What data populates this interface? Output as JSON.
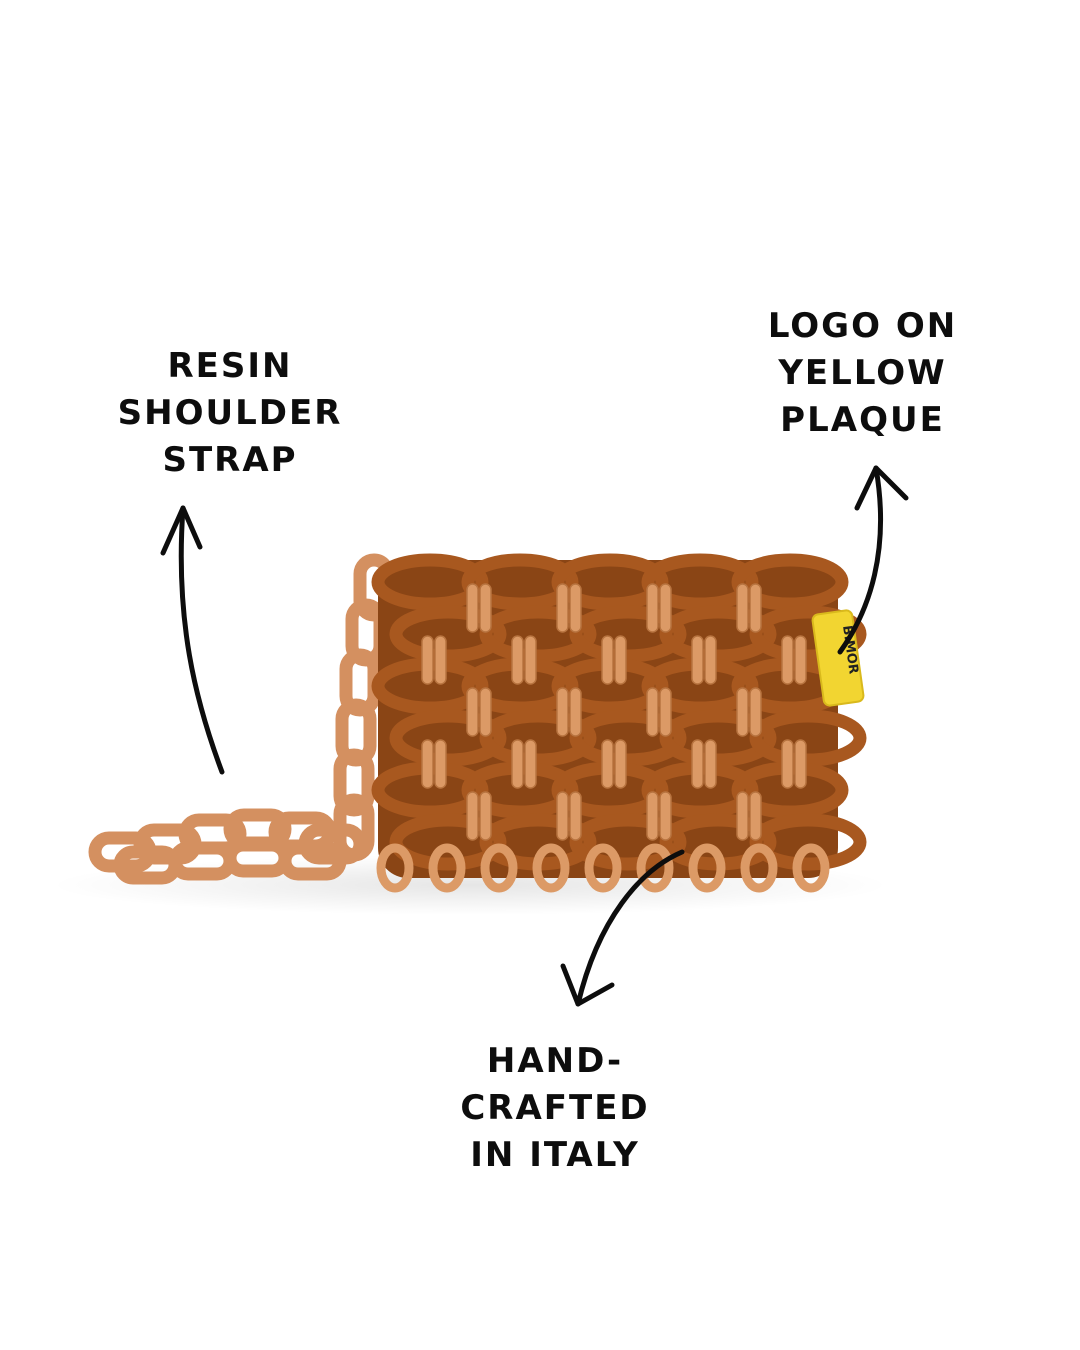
{
  "callouts": {
    "strap": {
      "lines": [
        "RESIN",
        "SHOULDER",
        "STRAP"
      ]
    },
    "logo": {
      "lines": [
        "LOGO ON",
        "YELLOW",
        "PLAQUE"
      ]
    },
    "craft": {
      "lines": [
        "HAND-",
        "CRAFTED",
        "IN ITALY"
      ]
    }
  },
  "product": {
    "plaque_text": "B.MOR",
    "colors": {
      "resin_dark": "#a8581f",
      "resin_light": "#dc9a66",
      "chain": "#d49060",
      "plaque": "#f2d531",
      "ink": "#0d0d0d"
    }
  }
}
